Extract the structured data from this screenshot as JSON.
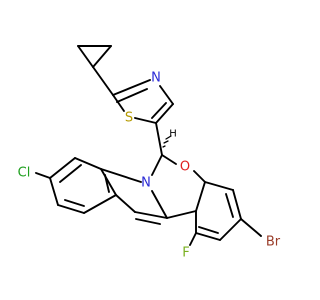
{
  "molecule": {
    "atom_labels": {
      "N_thiazole": "N",
      "S_thiazole": "S",
      "O_ring": "O",
      "N_indole": "N",
      "Cl": "Cl",
      "Br": "Br",
      "F": "F",
      "H_stereo": "H"
    },
    "colors": {
      "bond": "#000000",
      "N": "#2b2bd6",
      "S": "#b59a00",
      "O": "#e02020",
      "Cl": "#1fa01f",
      "Br": "#9a3d2a",
      "F": "#7ab020",
      "H": "#000000"
    }
  }
}
